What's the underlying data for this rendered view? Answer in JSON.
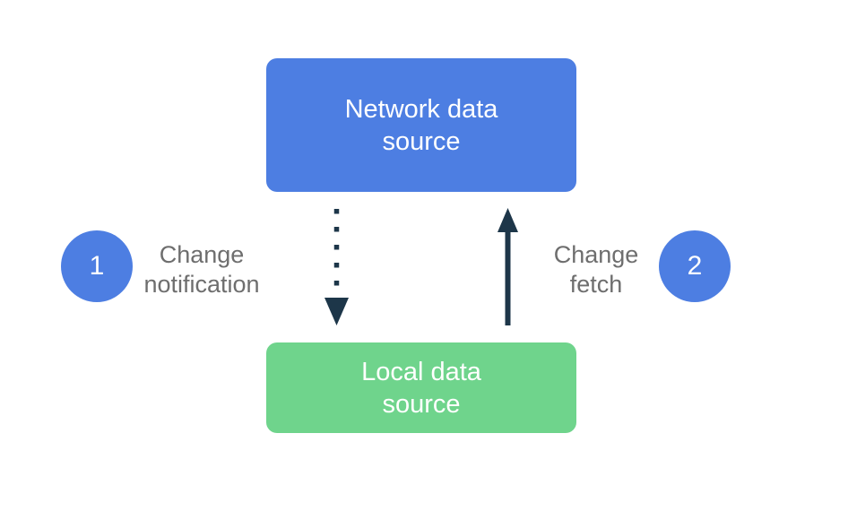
{
  "colors": {
    "network_box": "#4D7EE2",
    "local_box": "#6FD48C",
    "badge": "#4D7EE2",
    "arrow": "#1D3649",
    "label_text": "#6E6E6E",
    "box_text": "#FFFFFF",
    "background": "#FFFFFF"
  },
  "diagram": {
    "network_node": {
      "label": "Network data\nsource"
    },
    "local_node": {
      "label": "Local data\nsource"
    },
    "step1": {
      "number": "1",
      "label": "Change\nnotification",
      "arrow_style": "dotted",
      "arrow_direction": "down"
    },
    "step2": {
      "number": "2",
      "label": "Change\nfetch",
      "arrow_style": "solid",
      "arrow_direction": "up"
    }
  }
}
